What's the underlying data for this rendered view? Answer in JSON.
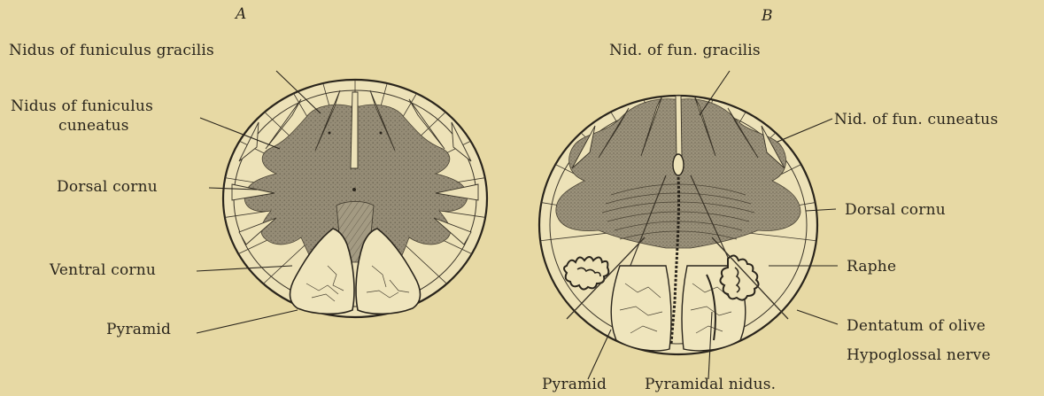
{
  "figures": {
    "a": {
      "letter": "A",
      "labels": {
        "gracilis": "Nidus of funiculus gracilis",
        "cuneatus_1": "Nidus of funiculus",
        "cuneatus_2": "cuneatus",
        "dorsal": "Dorsal cornu",
        "ventral": "Ventral cornu",
        "pyramid": "Pyramid"
      }
    },
    "b": {
      "letter": "B",
      "labels": {
        "gracilis": "Nid. of fun. gracilis",
        "cuneatus": "Nid. of fun. cuneatus",
        "dorsal": "Dorsal cornu",
        "raphe": "Raphe",
        "olive": "Dentatum of olive",
        "hypoglossal": "Hypoglossal nerve",
        "pyramid": "Pyramid",
        "pyramidal_nidus": "Pyramidal nidus."
      }
    }
  },
  "colors": {
    "paper": "#e7d9a4",
    "ink": "#2a251c",
    "gray_matter": "#8e8672",
    "white_matter": "#ede2b8"
  }
}
